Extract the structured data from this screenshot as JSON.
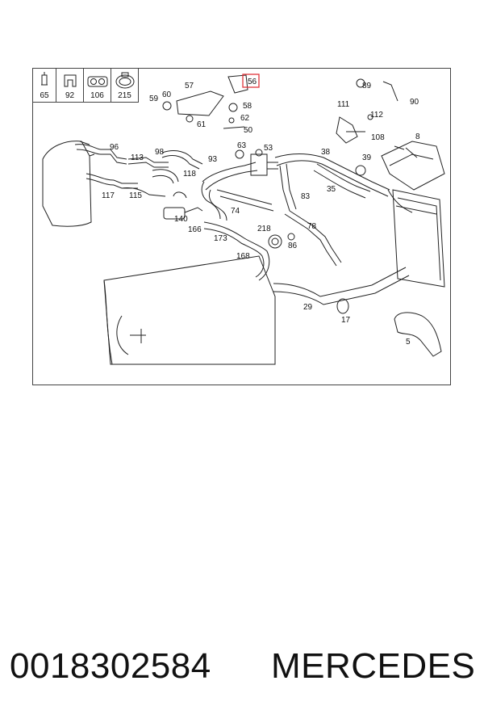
{
  "legend": [
    {
      "num": "65",
      "icon": "valve-stem-icon"
    },
    {
      "num": "92",
      "icon": "clip-icon"
    },
    {
      "num": "106",
      "icon": "double-clip-icon"
    },
    {
      "num": "215",
      "icon": "hose-clamp-icon"
    }
  ],
  "callouts": [
    "57",
    "59",
    "60",
    "61",
    "58",
    "62",
    "50",
    "56",
    "89",
    "90",
    "111",
    "112",
    "108",
    "8",
    "96",
    "113",
    "98",
    "93",
    "63",
    "53",
    "38",
    "39",
    "117",
    "115",
    "118",
    "35",
    "83",
    "140",
    "74",
    "166",
    "173",
    "218",
    "86",
    "78",
    "168",
    "29",
    "17",
    "5"
  ],
  "highlight": {
    "label": "56",
    "color": "#e0353b"
  },
  "caption": {
    "part_number": "0018302584",
    "brand": "MERCEDES"
  },
  "colors": {
    "line": "#222222",
    "frame": "#444444"
  }
}
